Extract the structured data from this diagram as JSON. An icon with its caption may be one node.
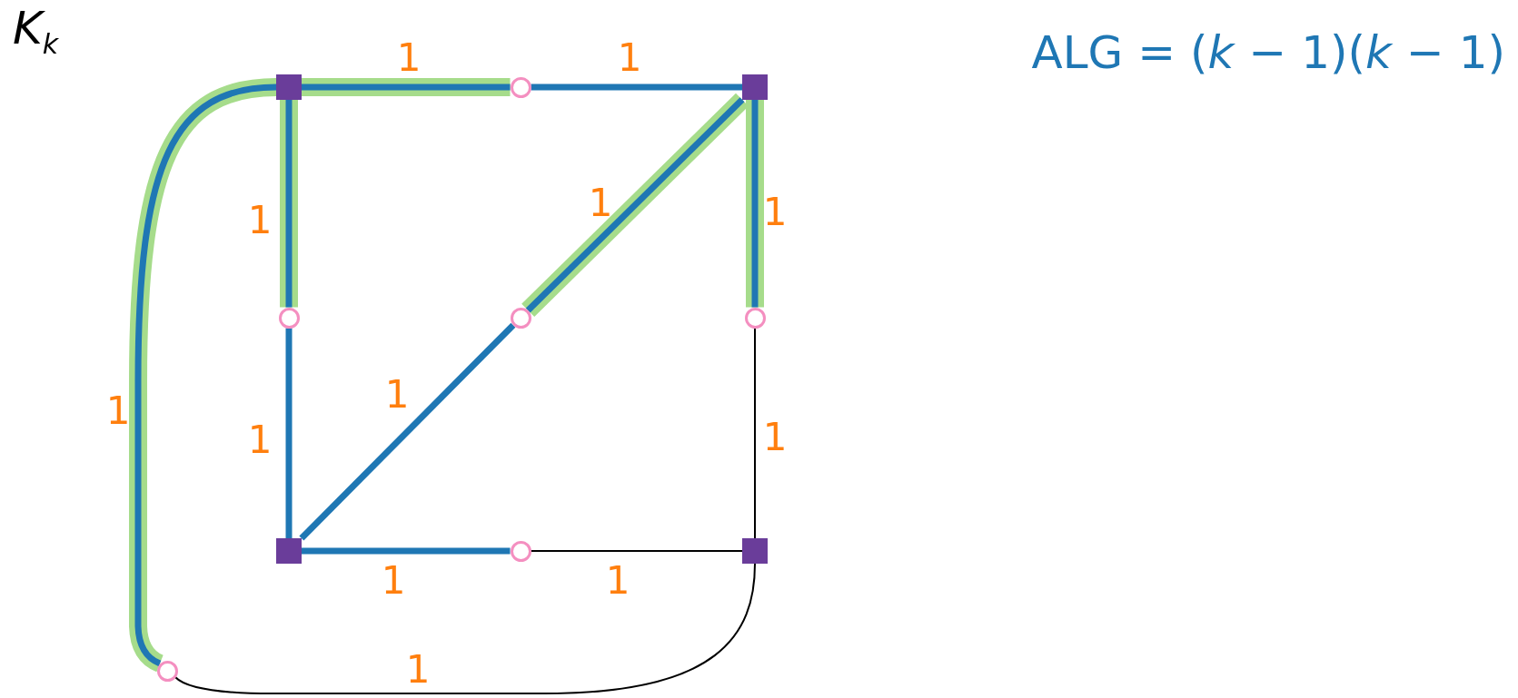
{
  "diagram": {
    "title": "K$_{k}$",
    "nodes": [
      {
        "text": [],
        "shape": "box"
      },
      {
        "text": [],
        "shape": "circle"
      },
      {
        "text": [],
        "shape": "box"
      },
      {
        "text": [],
        "shape": "circle"
      },
      {
        "text": [],
        "shape": "circle"
      },
      {
        "text": [],
        "shape": "circle"
      },
      {
        "text": [],
        "shape": "box"
      },
      {
        "text": [],
        "shape": "circle"
      },
      {
        "text": [],
        "shape": "box"
      },
      {
        "text": [],
        "shape": "circle"
      }
    ],
    "edges": [
      {
        "from": 0,
        "to": 1,
        "arrow": "none",
        "label": "1"
      },
      {
        "from": 1,
        "to": 2,
        "arrow": "none",
        "label": "1"
      },
      {
        "from": 0,
        "to": 3,
        "arrow": "none",
        "label": "1"
      },
      {
        "from": 2,
        "to": 4,
        "arrow": "none",
        "label": "1"
      },
      {
        "from": 2,
        "to": 5,
        "arrow": "none",
        "label": "1"
      },
      {
        "from": 0,
        "to": 9,
        "arrow": "none",
        "label": "1"
      },
      {
        "from": 3,
        "to": 6,
        "arrow": "none",
        "label": "1"
      },
      {
        "from": 4,
        "to": 6,
        "arrow": "none",
        "label": "1"
      },
      {
        "from": 5,
        "to": 8,
        "arrow": "none",
        "label": "1",
        "color": "#000000"
      },
      {
        "from": 6,
        "to": 7,
        "arrow": "none",
        "label": "1"
      },
      {
        "from": 7,
        "to": 8,
        "arrow": "none",
        "label": "1",
        "color": "#000000"
      },
      {
        "from": 9,
        "to": 8,
        "arrow": "none",
        "label": "1",
        "color": "#000000"
      }
    ],
    "labels": [
      "ALG = (*k* − 1)(*k* − 1)"
    ]
  }
}
